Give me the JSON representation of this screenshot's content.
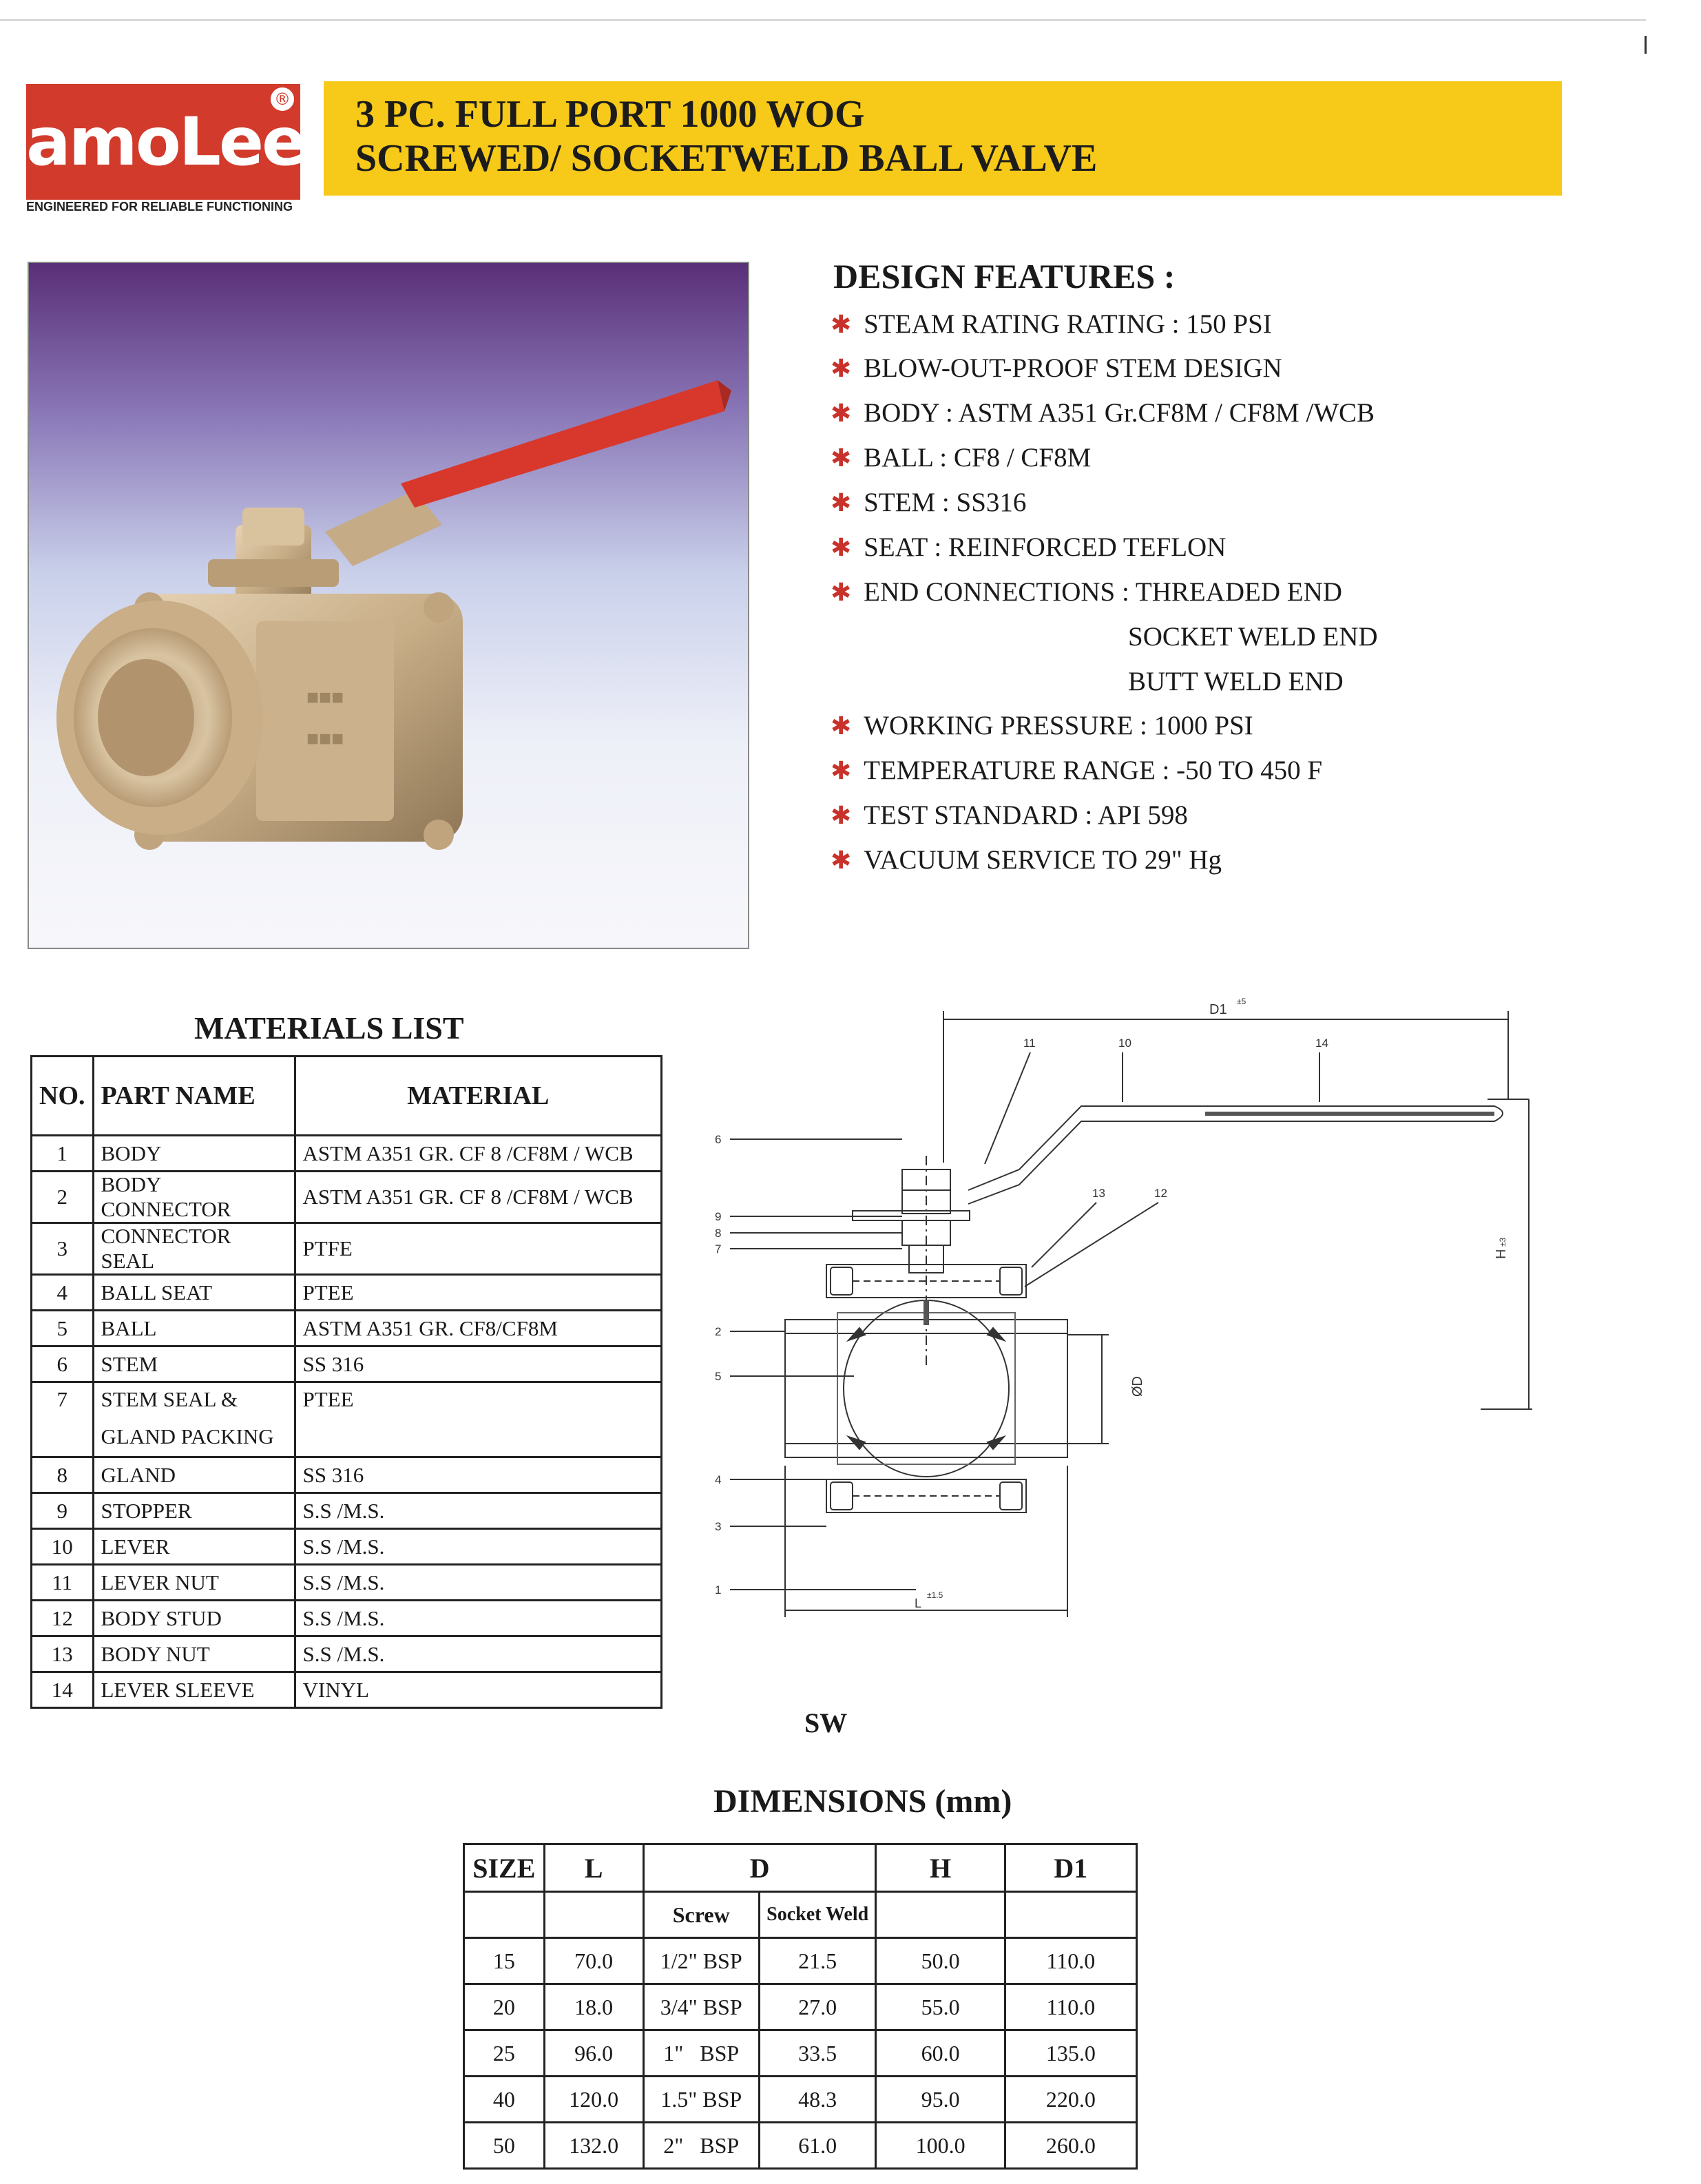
{
  "brand": {
    "name": "amoLee",
    "registered": "®",
    "tagline": "ENGINEERED FOR RELIABLE FUNCTIONING"
  },
  "header": {
    "line1": "3 PC. FULL PORT 1000 WOG",
    "line2": "SCREWED/ SOCKETWELD BALL VALVE"
  },
  "features": {
    "title": "DESIGN FEATURES :",
    "bullet": "✱",
    "items": [
      "STEAM RATING RATING : 150 PSI",
      "BLOW-OUT-PROOF STEM DESIGN",
      "BODY : ASTM A351 Gr.CF8M / CF8M /WCB",
      "BALL : CF8 / CF8M",
      "STEM : SS316",
      "SEAT : REINFORCED TEFLON",
      "END CONNECTIONS : THREADED END",
      "WORKING PRESSURE : 1000 PSI",
      "TEMPERATURE RANGE : -50  TO 450  F",
      "TEST STANDARD : API 598",
      "VACUUM SERVICE TO 29\" Hg"
    ],
    "end_connections_more": [
      "SOCKET WELD END",
      "BUTT WELD END"
    ]
  },
  "materials": {
    "title": "MATERIALS LIST",
    "headers": [
      "NO.",
      "PART NAME",
      "MATERIAL"
    ],
    "rows": [
      [
        "1",
        "BODY",
        "ASTM A351 GR. CF 8 /CF8M / WCB"
      ],
      [
        "2",
        "BODY CONNECTOR",
        "ASTM A351 GR. CF 8 /CF8M / WCB"
      ],
      [
        "3",
        "CONNECTOR SEAL",
        "PTFE"
      ],
      [
        "4",
        "BALL SEAT",
        "PTEE"
      ],
      [
        "5",
        "BALL",
        "ASTM A351 GR. CF8/CF8M"
      ],
      [
        "6",
        "STEM",
        "SS 316"
      ],
      [
        "7",
        "STEM SEAL &",
        "PTEE"
      ],
      [
        "8",
        "GLAND",
        "SS 316"
      ],
      [
        "9",
        "STOPPER",
        "S.S /M.S."
      ],
      [
        "10",
        "LEVER",
        "S.S /M.S."
      ],
      [
        "11",
        "LEVER NUT",
        "S.S /M.S."
      ],
      [
        "12",
        "BODY STUD",
        "S.S /M.S."
      ],
      [
        "13",
        "BODY NUT",
        "S.S /M.S."
      ],
      [
        "14",
        "LEVER SLEEVE",
        "VINYL"
      ]
    ],
    "row7_line2": "GLAND PACKING"
  },
  "drawing": {
    "dims": {
      "d1": "D1",
      "d1_tol": "±5",
      "h": "H",
      "h_tol": "±3",
      "od": "ØD",
      "l": "L",
      "l_tol": "±1.5"
    },
    "callouts_top": [
      "11",
      "10",
      "14"
    ],
    "callouts_right": [
      "13",
      "12"
    ],
    "callouts_left": [
      "6",
      "9",
      "8",
      "7",
      "2",
      "5",
      "4",
      "3",
      "1"
    ]
  },
  "caption": "SW",
  "dimensions": {
    "title": "DIMENSIONS (mm)",
    "headers": [
      "SIZE",
      "L",
      "D",
      "H",
      "D1"
    ],
    "sub_headers": [
      "Screw",
      "Socket Weld"
    ],
    "rows": [
      [
        "15",
        "70.0",
        "1/2\" BSP",
        "21.5",
        "50.0",
        "110.0"
      ],
      [
        "20",
        "18.0",
        "3/4\" BSP",
        "27.0",
        "55.0",
        "110.0"
      ],
      [
        "25",
        "96.0",
        "1\"   BSP",
        "33.5",
        "60.0",
        "135.0"
      ],
      [
        "40",
        "120.0",
        "1.5\" BSP",
        "48.3",
        "95.0",
        "220.0"
      ],
      [
        "50",
        "132.0",
        "2\"   BSP",
        "61.0",
        "100.0",
        "260.0"
      ]
    ]
  },
  "colors": {
    "logo_red": "#d23a2c",
    "banner_yellow": "#f7c918",
    "lever_red": "#d8382c",
    "bullet_red": "#c8322a"
  }
}
